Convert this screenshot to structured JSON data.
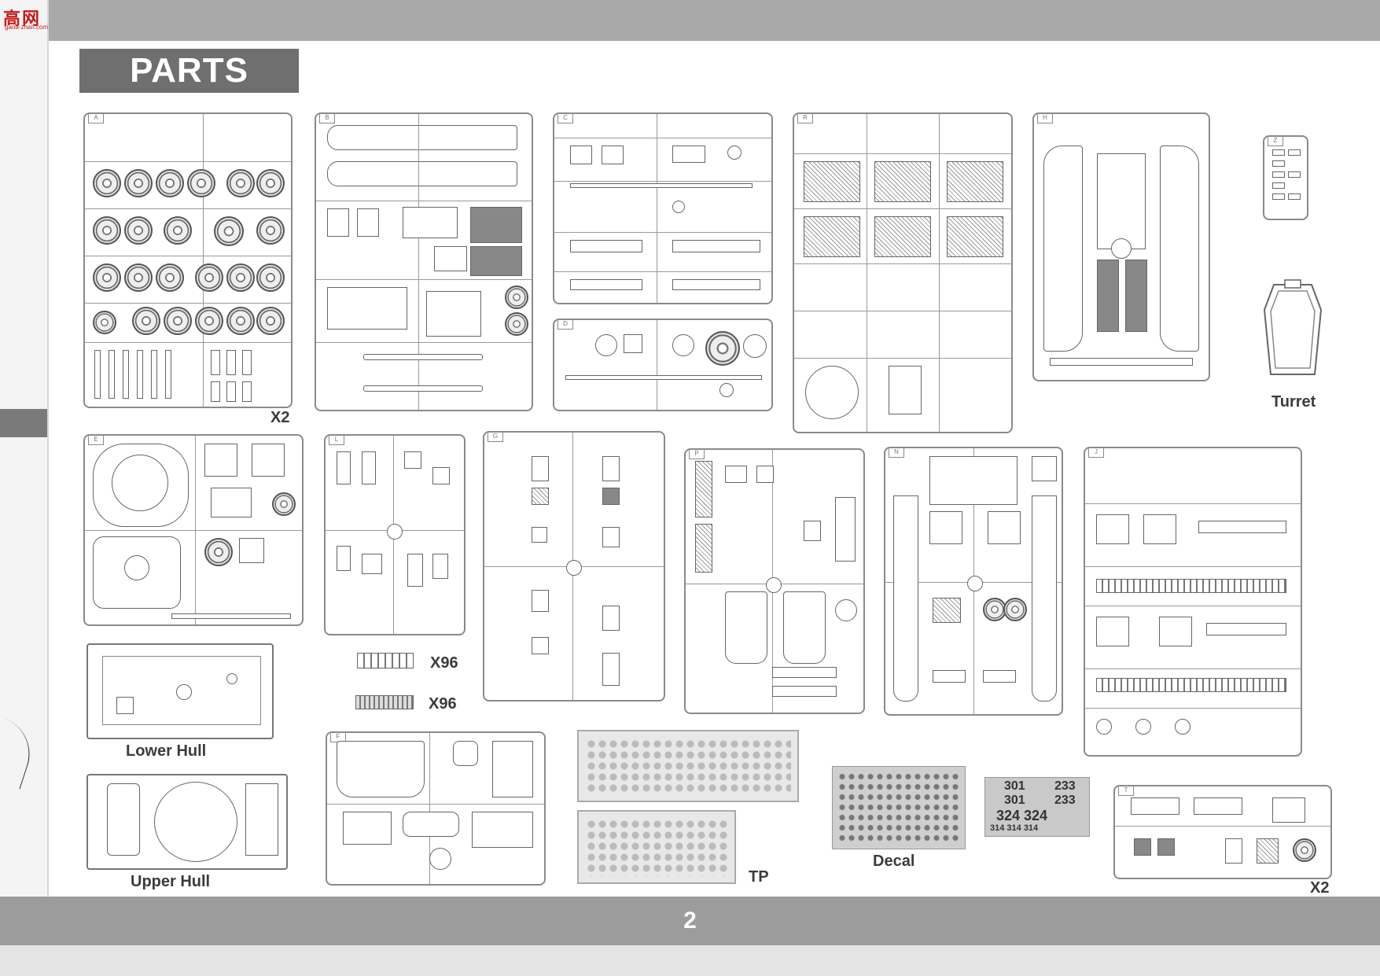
{
  "logo": {
    "mark": "高网",
    "sub": "gaoa-zhan.com"
  },
  "header": {
    "title": "PARTS"
  },
  "sprues": [
    {
      "id": "A",
      "tag": "A"
    },
    {
      "id": "B",
      "tag": "B"
    },
    {
      "id": "C",
      "tag": "C"
    },
    {
      "id": "D",
      "tag": "D"
    },
    {
      "id": "R",
      "tag": "R"
    },
    {
      "id": "H",
      "tag": "H"
    },
    {
      "id": "Z",
      "tag": "Z"
    },
    {
      "id": "E",
      "tag": "E"
    },
    {
      "id": "L",
      "tag": "L"
    },
    {
      "id": "G",
      "tag": "G"
    },
    {
      "id": "P",
      "tag": "P"
    },
    {
      "id": "N",
      "tag": "N"
    },
    {
      "id": "J",
      "tag": "J"
    },
    {
      "id": "F",
      "tag": "F"
    },
    {
      "id": "T",
      "tag": "T"
    }
  ],
  "labels": {
    "sprue_a_qty": "X2",
    "turret": "Turret",
    "lower_hull": "Lower Hull",
    "upper_hull": "Upper  Hull",
    "track_link_qty": "X96",
    "track_pad_qty": "X96",
    "photo_etch": "TP",
    "decal": "Decal",
    "sprue_t_qty": "X2"
  },
  "decal_numbers": {
    "a": "301",
    "b": "233",
    "c": "301",
    "d": "233",
    "e": "324 324",
    "f": "314 314 314"
  },
  "footer": {
    "page_number": "2"
  }
}
